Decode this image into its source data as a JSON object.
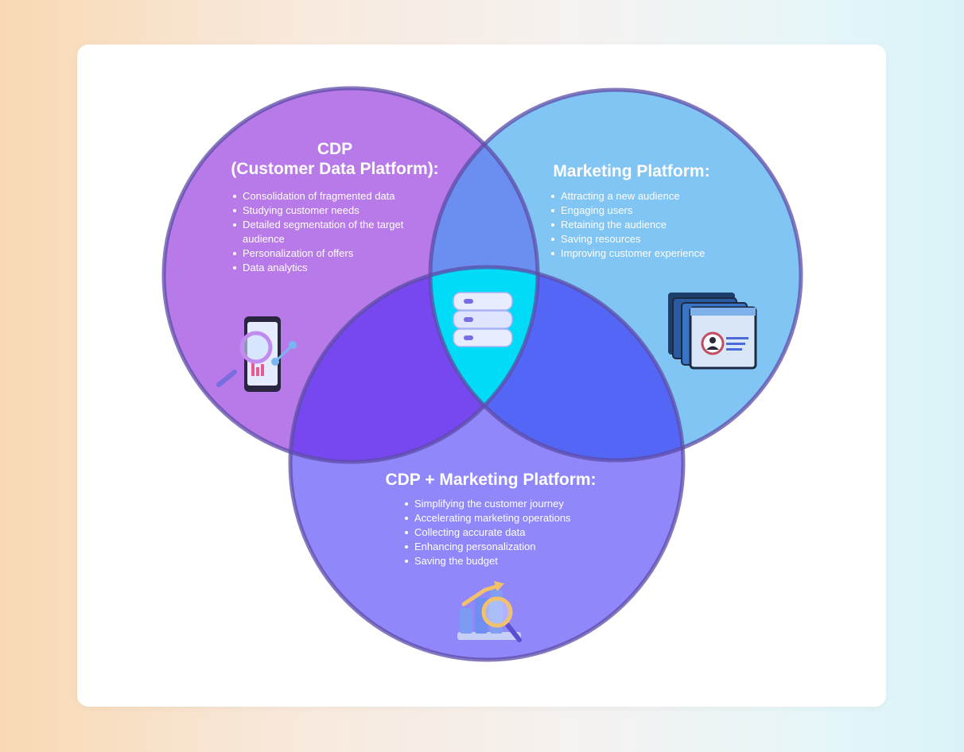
{
  "cdp": {
    "title_line1": "CDP",
    "title_line2": "(Customer Data Platform):",
    "items": [
      {
        "label": "Consolidation of fragmented data"
      },
      {
        "label": "Studying customer needs"
      },
      {
        "label": "Detailed segmentation of the target"
      },
      {
        "label": "audience"
      },
      {
        "label": "Personalization of offers"
      },
      {
        "label": "Data analytics"
      }
    ],
    "icon": "phone-magnifier-analytics-icon",
    "color": "#a34ee0"
  },
  "marketing": {
    "title": "Marketing Platform:",
    "items": [
      {
        "label": "Attracting a new audience"
      },
      {
        "label": "Engaging users"
      },
      {
        "label": "Retaining the audience"
      },
      {
        "label": "Saving resources"
      },
      {
        "label": "Improving customer experience"
      }
    ],
    "icon": "browser-windows-user-icon",
    "color": "#5ab8f2"
  },
  "combined": {
    "title": "CDP + Marketing Platform:",
    "items": [
      {
        "label": "Simplifying the customer journey"
      },
      {
        "label": "Accelerating marketing operations"
      },
      {
        "label": "Collecting accurate data"
      },
      {
        "label": "Enhancing personalization"
      },
      {
        "label": "Saving the budget"
      }
    ],
    "icon": "chart-magnifier-growth-icon",
    "color": "#7a66f5"
  },
  "center": {
    "icon": "server-stack-icon",
    "color": "#00e1ff"
  }
}
